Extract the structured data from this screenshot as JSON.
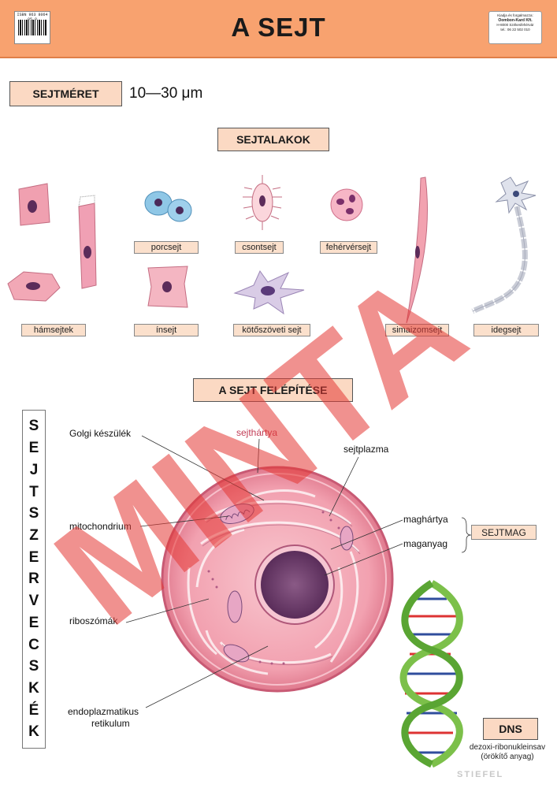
{
  "header": {
    "title": "A SEJT",
    "barcode_number": "ISBN 963 8064 05 8",
    "publisher_line1": "Kiadja és forgalmazza:",
    "publisher_name": "Oombon-Kard Kft.",
    "publisher_line3": "H-8000 Székesfehérvár",
    "publisher_line4": "tel.: 06 22 502 010"
  },
  "size_section": {
    "label": "SEJTMÉRET",
    "value": "10—30 μm"
  },
  "shapes_section": {
    "heading": "SEJTALAKOK",
    "labels": {
      "porc": "porcsejt",
      "csont": "csontsejt",
      "feher": "fehérvérsejt",
      "ham": "hámsejtek",
      "in": "ínsejt",
      "kotos": "kötőszöveti sejt",
      "sima": "simaizomsejt",
      "ideg": "idegsejt"
    }
  },
  "structure_section": {
    "heading": "A SEJT FELÉPÍTÉSE",
    "labels": {
      "golgi": "Golgi készülék",
      "sejthartya": "sejthártya",
      "sejtplazma": "sejtplazma",
      "mito": "mitochondrium",
      "maghartya": "maghártya",
      "maganyag": "maganyag",
      "sejtmag": "SEJTMAG",
      "ribo": "riboszómák",
      "endo1": "endoplazmatikus",
      "endo2": "retikulum"
    },
    "vertical_letters": [
      "S",
      "E",
      "J",
      "T",
      "S",
      "Z",
      "E",
      "R",
      "V",
      "E",
      "C",
      "S",
      "K",
      "É",
      "K"
    ]
  },
  "dna": {
    "label": "DNS",
    "sub1": "dezoxi-ribonukleinsav",
    "sub2": "(örökítő anyag)"
  },
  "watermark": "MINTA",
  "footer_brand": "STIEFEL",
  "colors": {
    "header": "#f8a26f",
    "label_fill": "#fbd9c3",
    "watermark": "#e53935",
    "cell": "#f2a7b5"
  }
}
